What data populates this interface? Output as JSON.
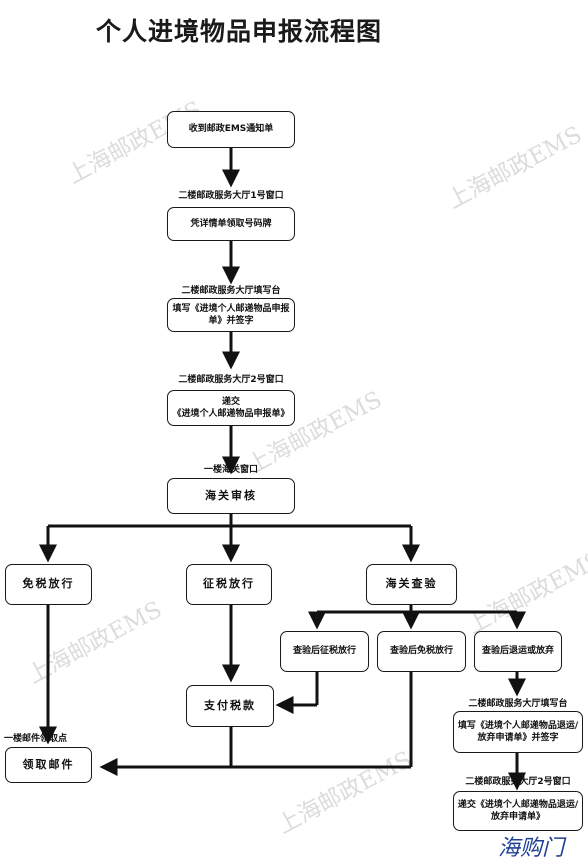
{
  "title": "个人进境物品申报流程图",
  "watermark": "上海邮政EMS",
  "logo_text": "海购门",
  "boxes": {
    "receive_notice": "收到邮政EMS通知单",
    "get_number": "凭详情单领取号码牌",
    "fill_form": "填写《进境个人邮递物品申报单》并签字",
    "submit": "递交",
    "submit_form": "《进境个人邮递物品申报单》",
    "customs_review": "海关审核",
    "tax_free": "免税放行",
    "tax_release": "征税放行",
    "customs_inspect": "海关查验",
    "inspect_tax": "查验后征税放行",
    "inspect_free": "查验后免税放行",
    "inspect_return": "查验后退运或放弃",
    "pay_tax": "支付税款",
    "collect_mail": "领取邮件",
    "fill_return_form": "填写《进境个人邮递物品退运/放弃申请单》并签字",
    "submit_return_form": "递交《进境个人邮递物品退运/放弃申请单》"
  },
  "locations": {
    "window1": "二楼邮政服务大厅1号窗口",
    "fill_desk": "二楼邮政服务大厅填写台",
    "window2": "二楼邮政服务大厅2号窗口",
    "customs_window": "一楼海关窗口",
    "pickup_point": "一楼邮件领取点",
    "fill_desk_right": "二楼邮政服务大厅填写台",
    "window2_right": "二楼邮政服务大厅2号窗口"
  }
}
